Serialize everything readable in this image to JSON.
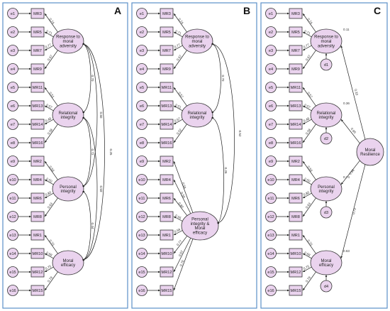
{
  "panels": [
    {
      "id": "A",
      "errors": [
        "e1",
        "e2",
        "e3",
        "e4",
        "e5",
        "e6",
        "e7",
        "e8",
        "e9",
        "e10",
        "e11",
        "e12",
        "e13",
        "e14",
        "e15",
        "e16"
      ],
      "items": [
        "MR3",
        "MR5",
        "MR7",
        "MR9",
        "MR11",
        "MR13",
        "MR14",
        "MR16",
        "MR2",
        "MR4",
        "MR6",
        "MR8",
        "MR1",
        "MR10",
        "MR12",
        "MR15"
      ],
      "latents": [
        "Response to moral adversity",
        "Relational integrity",
        "Personal integrity",
        "Moral efficacy"
      ],
      "loadings": [
        "0.74",
        "0.71",
        "0.77",
        "0.67",
        "0.51",
        "0.57",
        "0.48",
        "0.58",
        "0.58",
        "0.50",
        "0.80",
        "0.63",
        "0.70",
        "0.68",
        "0.75",
        "0.79"
      ],
      "covariances": [
        "0.70",
        "0.72",
        "0.44",
        "0.60",
        "0.59",
        "0.25"
      ]
    },
    {
      "id": "B",
      "errors": [
        "e1",
        "e2",
        "e3",
        "e4",
        "e5",
        "e6",
        "e7",
        "e8",
        "e9",
        "e10",
        "e11",
        "e12",
        "e13",
        "e14",
        "e15",
        "e16"
      ],
      "items": [
        "MR3",
        "MR5",
        "MR7",
        "MR9",
        "MR11",
        "MR13",
        "MR14",
        "MR16",
        "MR2",
        "MR4",
        "MR6",
        "MR8",
        "MR1",
        "MR10",
        "MR12",
        "MR15"
      ],
      "latents": [
        "Response to moral adversity",
        "Relational integrity",
        "Personal integrity & Moral efficacy"
      ],
      "loadings": [
        "0.74",
        "0.71",
        "0.77",
        "0.67",
        "0.57",
        "0.51",
        "0.57",
        "0.52",
        "0.58",
        "0.50",
        "0.80",
        "0.55",
        "0.59",
        "0.77",
        "0.57",
        "0.70"
      ],
      "covariances": [
        "0.70",
        "0.26",
        "0.52"
      ]
    },
    {
      "id": "C",
      "errors": [
        "e1",
        "e2",
        "e3",
        "e4",
        "e5",
        "e6",
        "e7",
        "e8",
        "e9",
        "e10",
        "e11",
        "e12",
        "e13",
        "e14",
        "e15",
        "e16"
      ],
      "items": [
        "MR3",
        "MR5",
        "MR7",
        "MR9",
        "MR11",
        "MR13",
        "MR14",
        "MR16",
        "MR2",
        "MR4",
        "MR6",
        "MR8",
        "MR1",
        "MR10",
        "MR12",
        "MR15"
      ],
      "latents": [
        "Response to moral adversity",
        "Relational integrity",
        "Personal integrity",
        "Moral efficacy"
      ],
      "disturbances": [
        "d1",
        "d2",
        "d3",
        "d4"
      ],
      "second_order": "Moral Resilience",
      "loadings": [
        "0.74",
        "0.71",
        "0.77",
        "0.67",
        "0.57",
        "0.57",
        "0.48",
        "0.58",
        "0.58",
        "0.50",
        "0.80",
        "0.63",
        "0.70",
        "0.68",
        "0.75",
        "0.79"
      ],
      "r_squared": [
        "0.11",
        "0.36",
        "0.74",
        "0.63"
      ],
      "structural": [
        "0.33",
        "0.60",
        "0.86",
        "0.79"
      ]
    }
  ]
}
